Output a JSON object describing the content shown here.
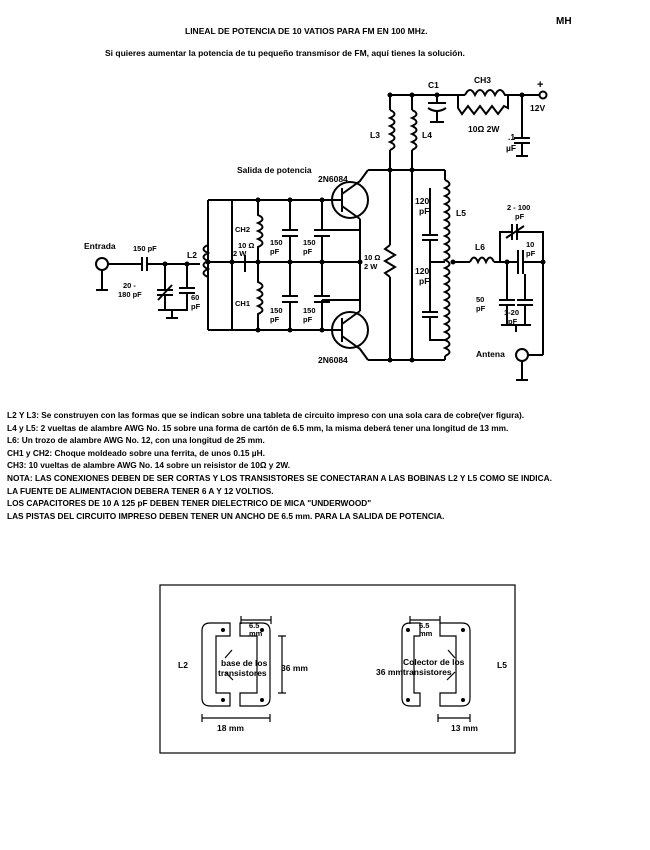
{
  "header": {
    "title": "LINEAL DE POTENCIA DE 10 VATIOS PARA FM EN 100 MHz.",
    "initials": "MH",
    "subtitle": "Si quieres aumentar la potencia de tu pequeño transmisor de FM, aquí tienes la solución."
  },
  "schematic": {
    "c1": "C1",
    "ch3": "CH3",
    "plus": "+",
    "v12": "12V",
    "r_ch3": "10Ω  2W",
    "cap_1": ".1",
    "cap_1_unit": "µF",
    "l3": "L3",
    "l4": "L4",
    "salida": "Salida de potencia",
    "q_top": "2N6084",
    "q_bottom": "2N6084",
    "entrada": "Entrada",
    "c_in": "150 pF",
    "l2": "L2",
    "c_trim_a": "20 -",
    "c_trim_b": "180 pF",
    "c60_a": "60",
    "c60_b": "pF",
    "ch2": "CH2",
    "ch1": "CH1",
    "r_left_a": "10 Ω",
    "r_left_b": "2 W",
    "c150_a": "150",
    "c150_b": "pF",
    "r_right_a": "10 Ω",
    "r_right_b": "2 W",
    "c120_a": "120",
    "c120_b": "pF",
    "l5": "L5",
    "l6": "L6",
    "c2100_a": "2 - 100",
    "c2100_b": "pF",
    "c10_a": "10",
    "c10_b": "pF",
    "c50_a": "50",
    "c50_b": "pF",
    "c120b_a": "1-20",
    "c120b_b": "pF",
    "antena": "Antena"
  },
  "notes": [
    "L2 Y L3: Se construyen con las formas que se indican sobre una tableta de circuito impreso con una sola cara de cobre(ver figura).",
    "L4 y L5: 2 vueltas de alambre AWG No. 15 sobre una forma de cartón de 6.5 mm, la misma deberá tener una longitud de 13 mm.",
    "L6: Un trozo de alambre AWG No. 12, con una longitud de 25 mm.",
    "CH1 y CH2: Choque moldeado sobre una ferrita, de unos 0.15 µH.",
    "CH3: 10 vueltas de alambre AWG No. 14 sobre un reisistor de 10Ω y 2W.",
    "NOTA: LAS CONEXIONES DEBEN DE SER CORTAS Y LOS TRANSISTORES SE CONECTARAN A LAS BOBINAS L2 Y L5 COMO SE INDICA.",
    "LA FUENTE DE ALIMENTACION DEBERA TENER 6 A Y 12 VOLTIOS.",
    "LOS CAPACITORES DE 10 A 125 pF DEBEN TENER DIELECTRICO DE MICA \"UNDERWOOD\"",
    "LAS PISTAS DEL CIRCUITO IMPRESO DEBEN TENER UN ANCHO DE 6.5 mm. PARA LA SALIDA DE POTENCIA."
  ],
  "pcb": {
    "l2": "L2",
    "dim65_left_a": "6.5",
    "dim65_left_b": "mm",
    "base_a": "base de los",
    "base_b": "transistores",
    "mm36_left": "36 mm",
    "mm18": "18 mm",
    "dim65_right_a": "6.5",
    "dim65_right_b": "mm",
    "colector_a": "Colector de los",
    "colector_b": "36 mmtransistores",
    "l5": "L5",
    "mm13": "13 mm"
  }
}
